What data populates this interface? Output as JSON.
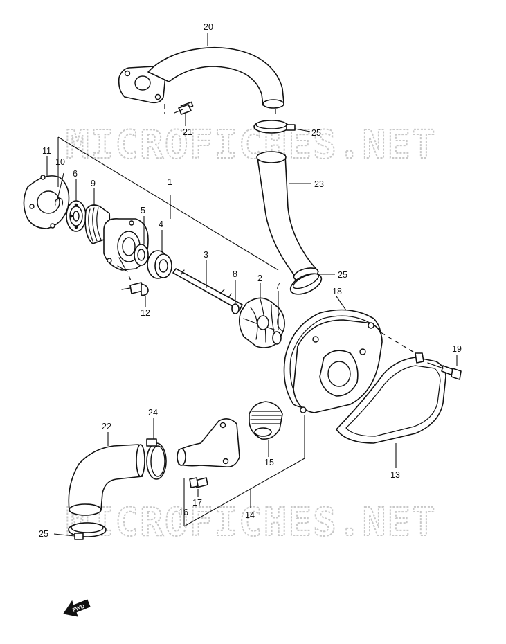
{
  "watermark": "MICROFICHES.NET",
  "direction_label": "FWD",
  "callouts": {
    "c1": "1",
    "c2": "2",
    "c3": "3",
    "c4": "4",
    "c5": "5",
    "c6": "6",
    "c7": "7",
    "c8": "8",
    "c9": "9",
    "c10": "10",
    "c11": "11",
    "c12": "12",
    "c13": "13",
    "c14": "14",
    "c15": "15",
    "c16": "16",
    "c17": "17",
    "c18": "18",
    "c19": "19",
    "c20": "20",
    "c21": "21",
    "c22": "22",
    "c23": "23",
    "c24": "24",
    "c25a": "25",
    "c25b": "25",
    "c25c": "25"
  },
  "colors": {
    "line": "#111111",
    "watermark": "#c8c8c8",
    "background": "#ffffff"
  }
}
